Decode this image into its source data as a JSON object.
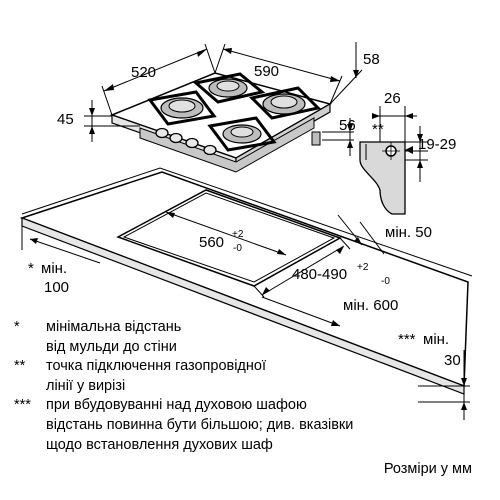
{
  "hob": {
    "depth": "520",
    "width": "590",
    "top_height": "58",
    "height": "45",
    "front_offset": "56"
  },
  "bracket": {
    "thickness": "26",
    "marker": "**",
    "range": "19-29"
  },
  "cutout": {
    "width_main": "560",
    "width_tol_plus": "+2",
    "width_tol_minus": "-0",
    "depth_main": "480-490",
    "depth_tol_plus": "+2",
    "depth_tol_minus": "-0"
  },
  "clearances": {
    "back": "мін. 50",
    "front_label": "мін.",
    "front_value": "100",
    "front_marker": "*",
    "countertop": "мін. 600",
    "side_label": "мін.",
    "side_value": "30",
    "side_marker": "***"
  },
  "notes": [
    {
      "mark": "*",
      "lines": [
        "мінімальна відстань",
        "від мульди до стіни"
      ]
    },
    {
      "mark": "**",
      "lines": [
        "точка підключення газопровідної",
        "лінії у вирізі"
      ]
    },
    {
      "mark": "***",
      "lines": [
        "при вбудовуванні над духовою шафою",
        "відстань повинна бути більшою; див. вказівки",
        "щодо встановлення духових шаф"
      ]
    }
  ],
  "units": "Розміри у мм",
  "colors": {
    "burner_metal": "#bdbdbd",
    "line": "#000000"
  }
}
